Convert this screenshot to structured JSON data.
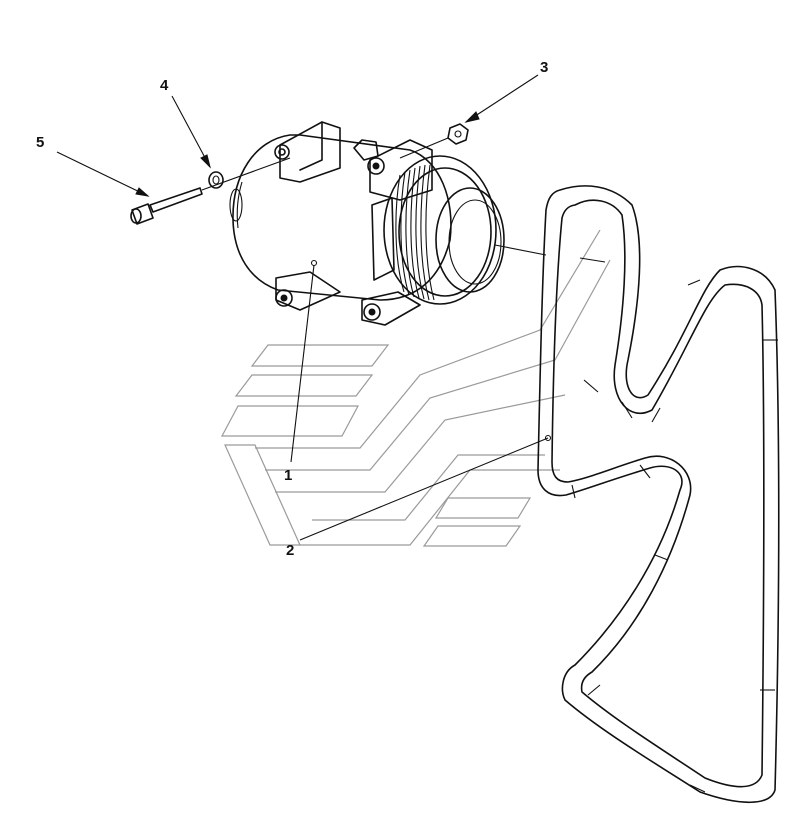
{
  "diagram": {
    "callouts": [
      {
        "id": "1",
        "label": "1",
        "part": "compressor"
      },
      {
        "id": "2",
        "label": "2",
        "part": "drive-belt"
      },
      {
        "id": "3",
        "label": "3",
        "part": "nut"
      },
      {
        "id": "4",
        "label": "4",
        "part": "washer"
      },
      {
        "id": "5",
        "label": "5",
        "part": "bolt"
      }
    ]
  },
  "colors": {
    "ink": "#111111",
    "watermark": "#9a9a9a",
    "background": "#ffffff"
  }
}
